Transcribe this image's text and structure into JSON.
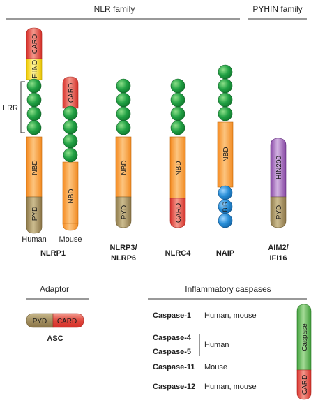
{
  "headers": {
    "nlr_family": "NLR family",
    "pyhin_family": "PYHIN family",
    "adaptor": "Adaptor",
    "inflammatory_caspases": "Inflammatory caspases"
  },
  "side_labels": {
    "lrr": "LRR"
  },
  "domains": {
    "card": "CARD",
    "fiind": "FIIND",
    "nbd": "NBD",
    "pyd": "PYD",
    "bir": "BIR",
    "hin200": "HIN200",
    "caspase": "Caspase"
  },
  "proteins": {
    "nlrp1": "NLRP1",
    "nlrp1_human": "Human",
    "nlrp1_mouse": "Mouse",
    "nlrp3_line1": "NLRP3/",
    "nlrp3_line2": "NLRP6",
    "nlrc4": "NLRC4",
    "naip": "NAIP",
    "aim2_line1": "AIM2/",
    "aim2_line2": "IFI16",
    "asc": "ASC"
  },
  "caspases": [
    {
      "name": "Caspase-1",
      "species": "Human, mouse"
    },
    {
      "name": "Caspase-4",
      "species": ""
    },
    {
      "name": "Caspase-5",
      "species": ""
    },
    {
      "name": "Caspase-11",
      "species": "Mouse"
    },
    {
      "name": "Caspase-12",
      "species": "Human, mouse"
    }
  ],
  "caspase_4_5_species": "Human",
  "colors": {
    "card": "#e8463c",
    "fiind": "#f5d600",
    "lrr": "#23a14a",
    "nbd": "#f7a23a",
    "pyd": "#a08a58",
    "bir": "#2a8fd8",
    "hin200": "#9b5fb4",
    "caspase": "#55b34a"
  }
}
